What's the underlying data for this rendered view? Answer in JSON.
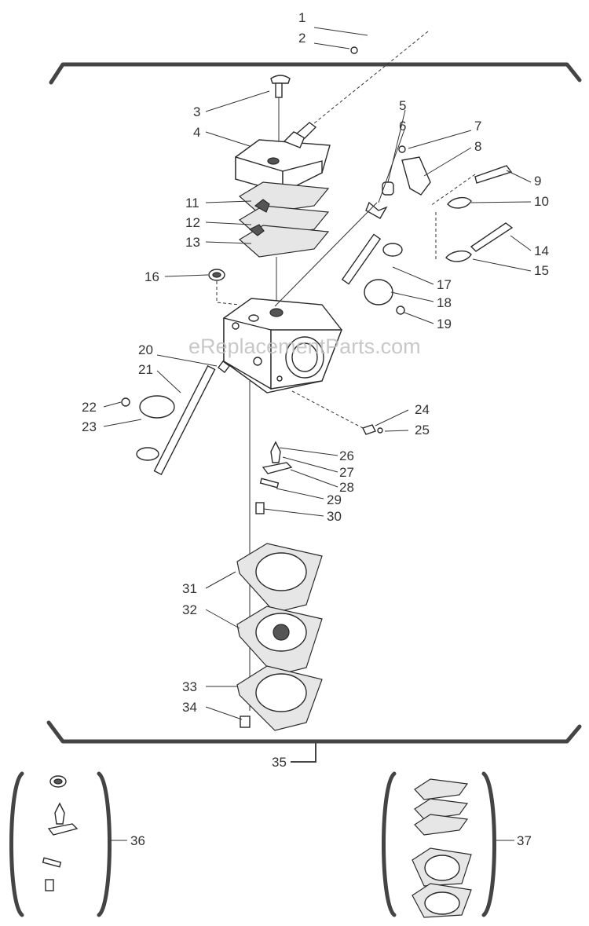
{
  "watermark": "eReplacementParts.com",
  "callouts": [
    {
      "id": "1",
      "label": "1"
    },
    {
      "id": "2",
      "label": "2"
    },
    {
      "id": "3",
      "label": "3"
    },
    {
      "id": "4",
      "label": "4"
    },
    {
      "id": "5",
      "label": "5"
    },
    {
      "id": "6",
      "label": "6"
    },
    {
      "id": "7",
      "label": "7"
    },
    {
      "id": "8",
      "label": "8"
    },
    {
      "id": "9",
      "label": "9"
    },
    {
      "id": "10",
      "label": "10"
    },
    {
      "id": "11",
      "label": "11"
    },
    {
      "id": "12",
      "label": "12"
    },
    {
      "id": "13",
      "label": "13"
    },
    {
      "id": "14",
      "label": "14"
    },
    {
      "id": "15",
      "label": "15"
    },
    {
      "id": "16",
      "label": "16"
    },
    {
      "id": "17",
      "label": "17"
    },
    {
      "id": "18",
      "label": "18"
    },
    {
      "id": "19",
      "label": "19"
    },
    {
      "id": "20",
      "label": "20"
    },
    {
      "id": "21",
      "label": "21"
    },
    {
      "id": "22",
      "label": "22"
    },
    {
      "id": "23",
      "label": "23"
    },
    {
      "id": "24",
      "label": "24"
    },
    {
      "id": "25",
      "label": "25"
    },
    {
      "id": "26",
      "label": "26"
    },
    {
      "id": "27",
      "label": "27"
    },
    {
      "id": "28",
      "label": "28"
    },
    {
      "id": "29",
      "label": "29"
    },
    {
      "id": "30",
      "label": "30"
    },
    {
      "id": "31",
      "label": "31"
    },
    {
      "id": "32",
      "label": "32"
    },
    {
      "id": "33",
      "label": "33"
    },
    {
      "id": "34",
      "label": "34"
    },
    {
      "id": "35",
      "label": "35"
    },
    {
      "id": "36",
      "label": "36"
    },
    {
      "id": "37",
      "label": "37"
    }
  ]
}
